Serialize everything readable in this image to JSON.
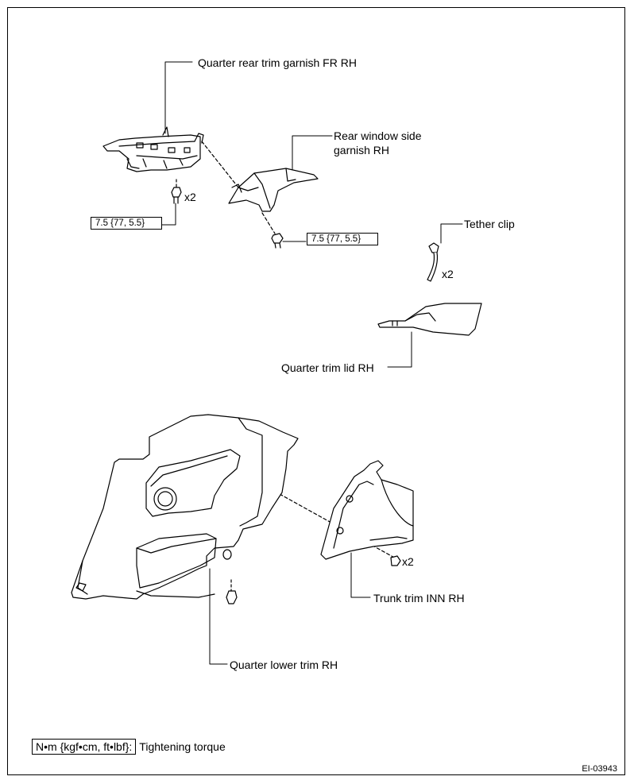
{
  "labels": {
    "quarter_rear_trim_garnish": "Quarter rear trim garnish FR RH",
    "rear_window_side_garnish_line1": "Rear window side",
    "rear_window_side_garnish_line2": "garnish RH",
    "tether_clip": "Tether clip",
    "quarter_trim_lid": "Quarter trim lid RH",
    "trunk_trim_inn": "Trunk trim INN RH",
    "quarter_lower_trim": "Quarter lower trim RH"
  },
  "torques": {
    "garnish_bolts": "7.5 {77, 5.5}",
    "window_garnish_bolt": "7.5 {77, 5.5}"
  },
  "quantities": {
    "garnish_bolts": "x2",
    "tether_clip": "x2",
    "trunk_trim_clips": "x2"
  },
  "legend": {
    "unit": "N•m {kgf•cm, ft•lbf}:",
    "description": "Tightening torque"
  },
  "figure_code": "EI-03943"
}
